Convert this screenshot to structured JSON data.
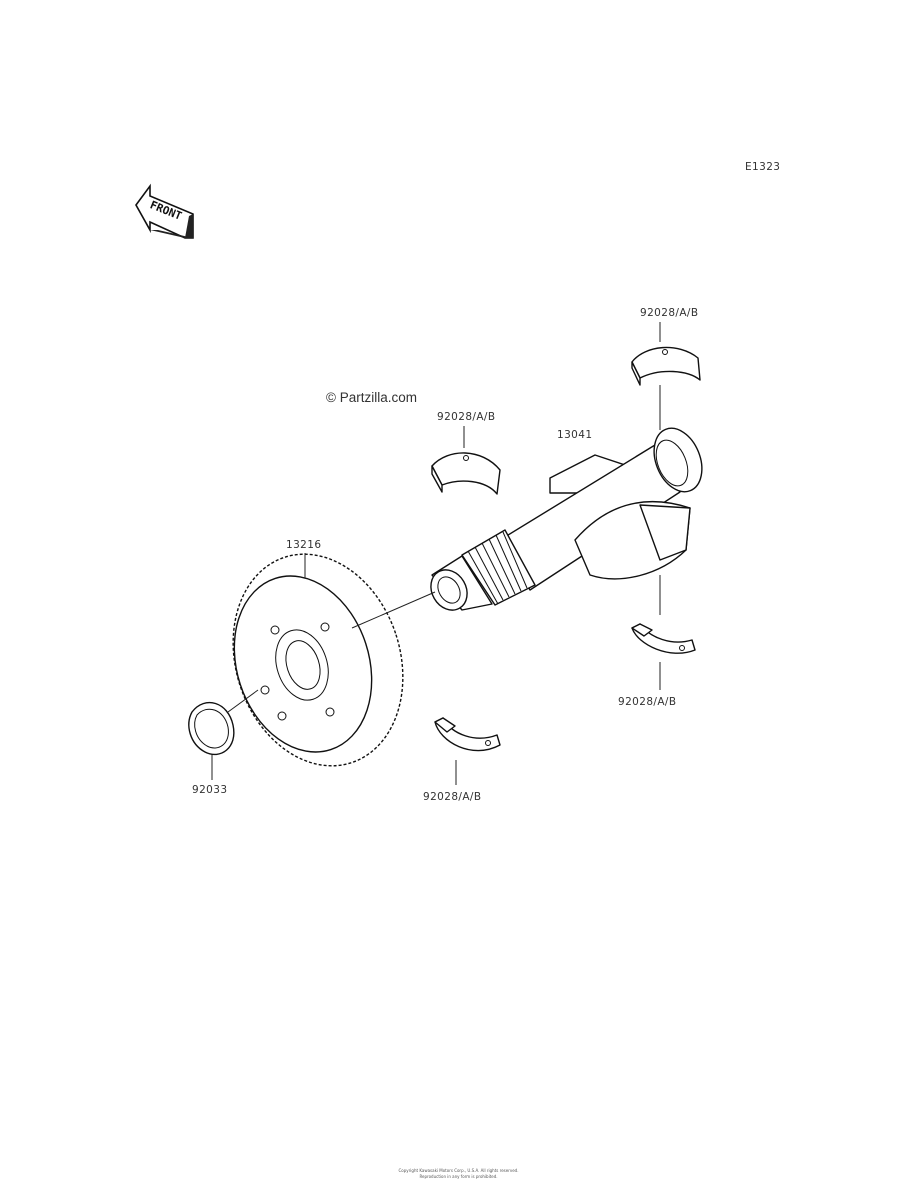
{
  "diagram_code": "E1323",
  "front_label": "FRONT",
  "watermark": "© Partzilla.com",
  "parts": {
    "bearing_top_right": "92028/A/B",
    "bearing_top_center": "92028/A/B",
    "balancer_shaft": "13041",
    "gear": "13216",
    "bearing_right_lower": "92028/A/B",
    "circlip": "92033",
    "bearing_bottom_center": "92028/A/B"
  },
  "footer": {
    "line1": "Copyright Kawasaki Motors Corp., U.S.A. All rights reserved.",
    "line2": "Reproduction in any form is prohibited."
  }
}
